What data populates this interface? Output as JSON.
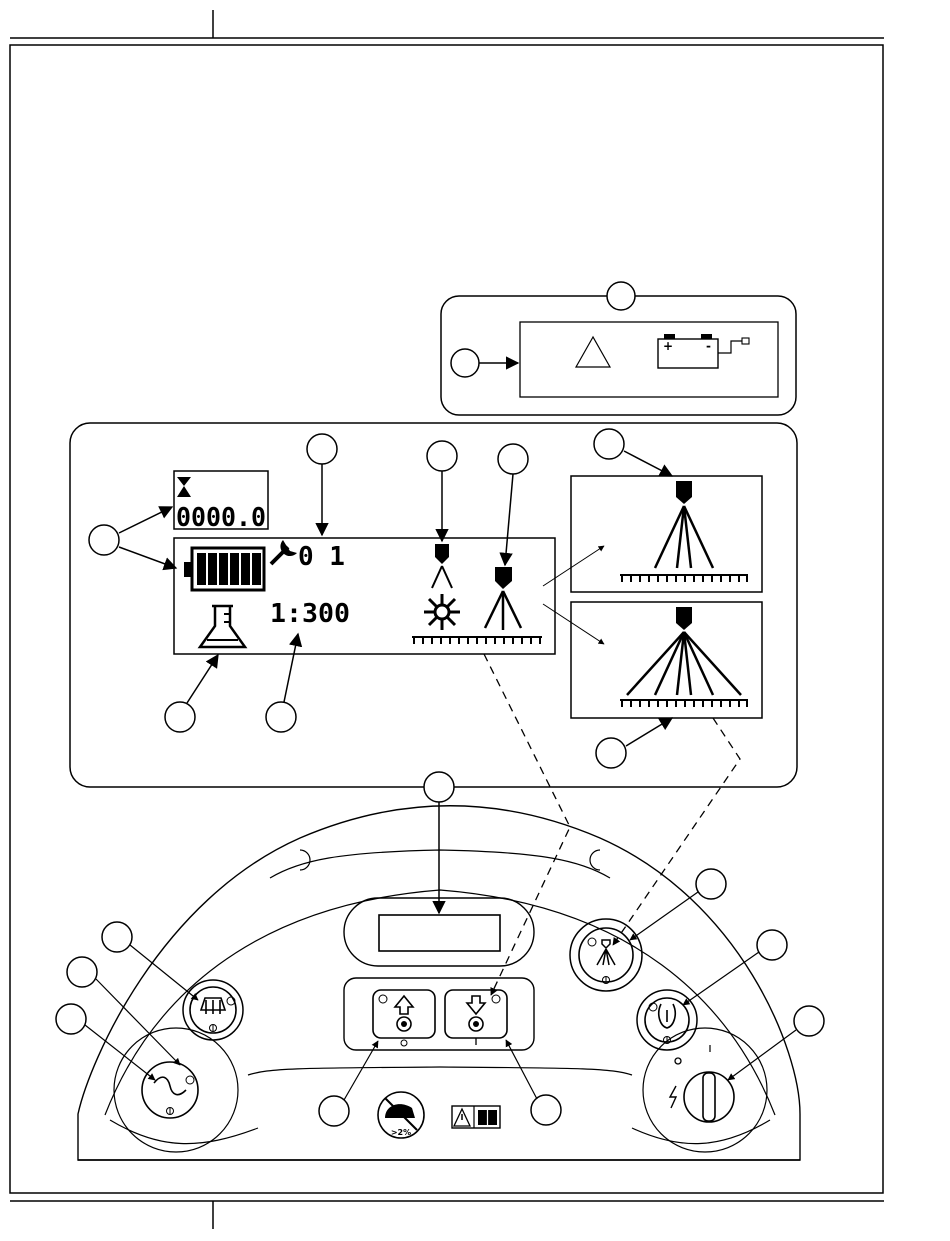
{
  "page": {
    "header_left": "",
    "header_right": "",
    "footer_left": "",
    "footer_right": ""
  },
  "lcd_display": {
    "hour_meter": "0000.0",
    "fault_code": "0 1",
    "mix_ratio": "1:300"
  },
  "control_panel": {
    "slope_warning": ">2%"
  },
  "battery_warning": {
    "positive_terminal": "+",
    "negative_terminal": "-"
  },
  "callouts": {
    "battery_panel_top": "",
    "battery_panel_left": "",
    "hour_meter_and_battery": "",
    "fault_code": "",
    "spray_nozzle_upper": "",
    "spray_nozzle_lower": "",
    "narrow_pattern": "",
    "wide_pattern": "",
    "chemical_icon": "",
    "mix_ratio": "",
    "display": "",
    "left_top_button": "",
    "left_mid_button": "",
    "left_bottom_button": "",
    "raise_button": "",
    "lower_button": "",
    "spray_button": "",
    "right_mid_button": "",
    "key_switch": ""
  }
}
